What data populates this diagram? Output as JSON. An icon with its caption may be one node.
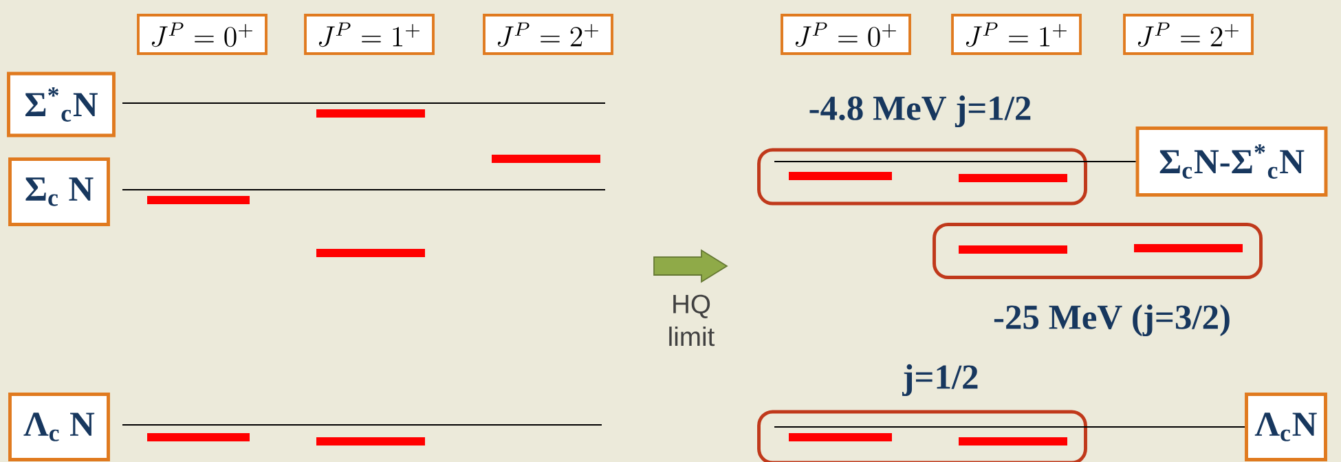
{
  "diagram": {
    "nodes": [
      {
        "text": [
          "J^P = 0^+"
        ]
      },
      {
        "text": [
          "J^P = 1^+"
        ]
      },
      {
        "text": [
          "J^P = 2^+"
        ]
      },
      {
        "text": [
          "J^P = 0^+"
        ]
      },
      {
        "text": [
          "J^P = 1^+"
        ]
      },
      {
        "text": [
          "J^P = 2^+"
        ]
      },
      {
        "text": [
          "Σ$^{*}$$_{c}$N"
        ]
      },
      {
        "text": [
          "Σ$_{c}$ N"
        ]
      },
      {
        "text": [],
        "shape": "box",
        "beside": [
          "-4.8 MeV j=1/2"
        ]
      },
      {
        "text": [
          "Σ$_{c}$N-Σ$^{*}$$_{c}$N"
        ]
      },
      {
        "text": [],
        "shape": "box",
        "beside": [
          "-25 MeV (j=3/2)"
        ]
      },
      {
        "text": [
          "Λ$_{c}$ N"
        ]
      },
      {
        "text": [],
        "shape": "box",
        "beside": [
          "j=1/2"
        ]
      },
      {
        "text": [
          "Λ$_{c}$N"
        ]
      }
    ],
    "edges": [
      {
        "from": 9,
        "to": 8,
        "arrow": "none"
      },
      {
        "from": 13,
        "to": 12,
        "arrow": "none"
      }
    ],
    "labels": [
      "HQ limit"
    ]
  }
}
